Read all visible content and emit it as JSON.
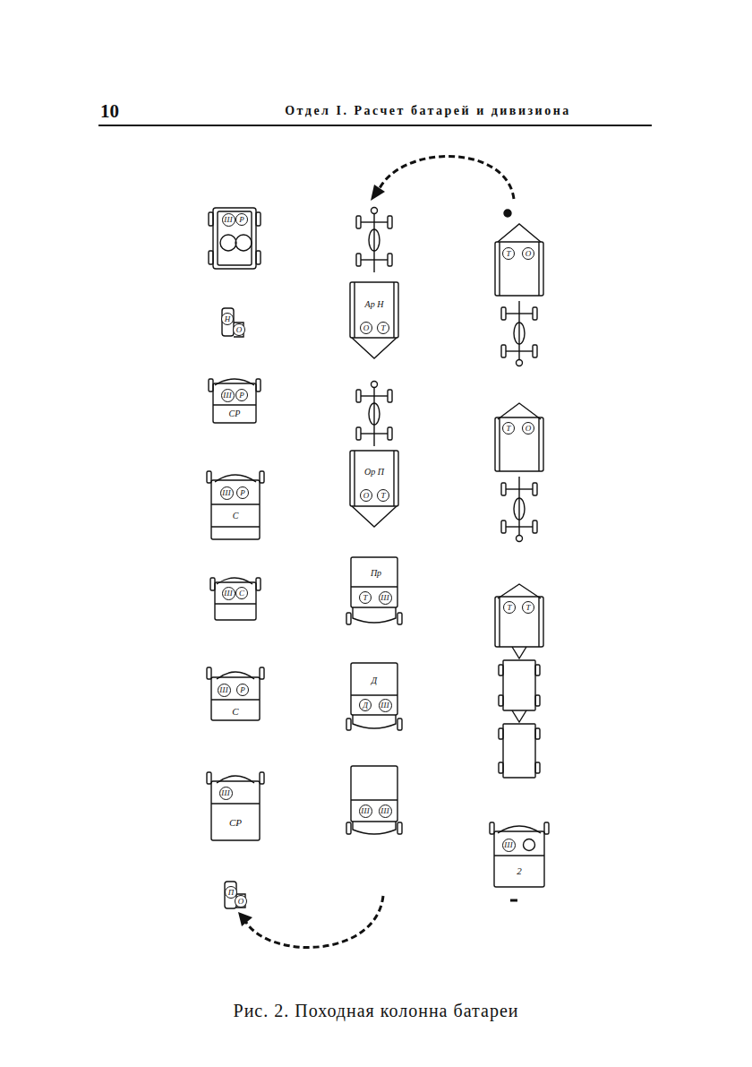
{
  "diagram": {
    "title": "Отдел I. Расчет батарей и дивизиона",
    "caption": "Рис. 2. Походная колонна батареи",
    "nodes": [
      {
        "text": [
          "Ш"
        ]
      },
      {
        "text": [
          "Р"
        ]
      },
      {
        "text": [
          "Н"
        ]
      },
      {
        "text": [
          "О"
        ]
      },
      {
        "text": [
          "Ш"
        ]
      },
      {
        "text": [
          "Р"
        ]
      },
      {
        "text": [
          "Ш"
        ]
      },
      {
        "text": [
          "Р"
        ]
      },
      {
        "text": [
          "Ш"
        ]
      },
      {
        "text": [
          "С"
        ]
      },
      {
        "text": [
          "Ш"
        ]
      },
      {
        "text": [
          "Р"
        ]
      },
      {
        "text": [
          "Ш"
        ]
      },
      {
        "text": [
          "П"
        ]
      },
      {
        "text": [
          "О"
        ]
      },
      {
        "text": [
          "О"
        ]
      },
      {
        "text": [
          "Т"
        ]
      },
      {
        "text": [
          "О"
        ]
      },
      {
        "text": [
          "Т"
        ]
      },
      {
        "text": [
          "Т"
        ]
      },
      {
        "text": [
          "Ш"
        ]
      },
      {
        "text": [
          "Д"
        ]
      },
      {
        "text": [
          "Ш"
        ]
      },
      {
        "text": [
          "Ш"
        ]
      },
      {
        "text": [
          "Ш"
        ]
      },
      {
        "text": [
          "Т"
        ]
      },
      {
        "text": [
          "О"
        ]
      },
      {
        "text": [
          "Т"
        ]
      },
      {
        "text": [
          "О"
        ]
      },
      {
        "text": [
          "Т"
        ]
      },
      {
        "text": [
          "Т"
        ]
      },
      {
        "text": [
          "Ш"
        ]
      }
    ],
    "labels": [
      "10",
      "СР",
      "С",
      "С",
      "СР",
      "Ар Н",
      "Ор П",
      "Пр",
      "Д",
      "2"
    ]
  }
}
